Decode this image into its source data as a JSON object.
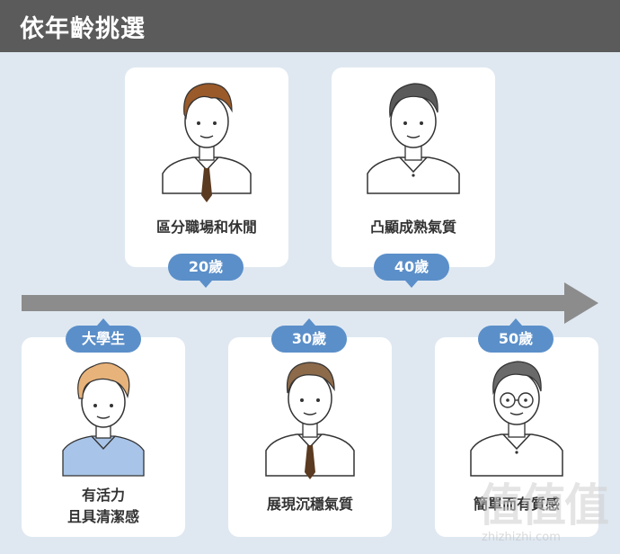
{
  "header": {
    "title": "依年齡挑選"
  },
  "stages": [
    {
      "id": "college",
      "badge": "大學生",
      "text_lines": [
        "有活力",
        "且具清潔感"
      ]
    },
    {
      "id": "age20",
      "badge": "20歲",
      "text_lines": [
        "區分職場和休閒"
      ]
    },
    {
      "id": "age30",
      "badge": "30歲",
      "text_lines": [
        "展現沉穩氣質"
      ]
    },
    {
      "id": "age40",
      "badge": "40歲",
      "text_lines": [
        "凸顯成熟氣質"
      ]
    },
    {
      "id": "age50",
      "badge": "50歲",
      "text_lines": [
        "簡單而有質感"
      ]
    }
  ],
  "watermark": {
    "big": "值值值",
    "small": "zhizhizhi.com"
  },
  "colors": {
    "header_bg": "#5b5b5b",
    "badge_bg": "#5b8fc9",
    "page_bg": "#dfe8f1",
    "arrow": "#8c8c8c"
  }
}
